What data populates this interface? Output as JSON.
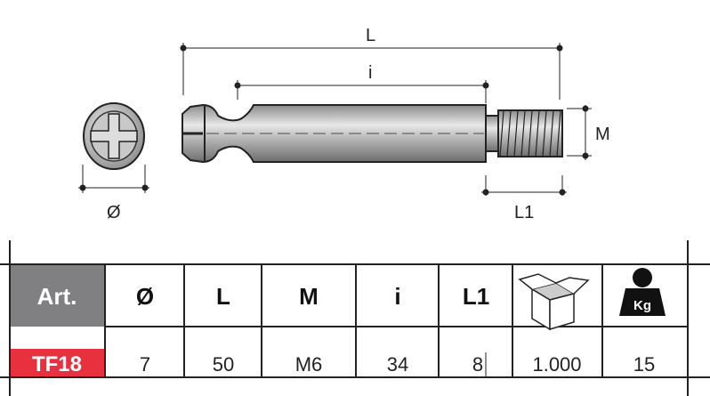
{
  "drawing": {
    "labels": {
      "L": "L",
      "i": "i",
      "M": "M",
      "L1": "L1",
      "diameter": "Ø"
    }
  },
  "table": {
    "headers": [
      "Art.",
      "Ø",
      "L",
      "M",
      "i",
      "L1"
    ],
    "icons": [
      "box-icon",
      "weight-kg-icon"
    ],
    "weight_icon_text": "Kg",
    "row": {
      "art": "TF18",
      "values": [
        "7",
        "50",
        "M6",
        "34",
        "8",
        "1.000",
        "15"
      ]
    },
    "colors": {
      "art_header_bg": "#808083",
      "art_badge_bg": "#e8303f"
    }
  }
}
